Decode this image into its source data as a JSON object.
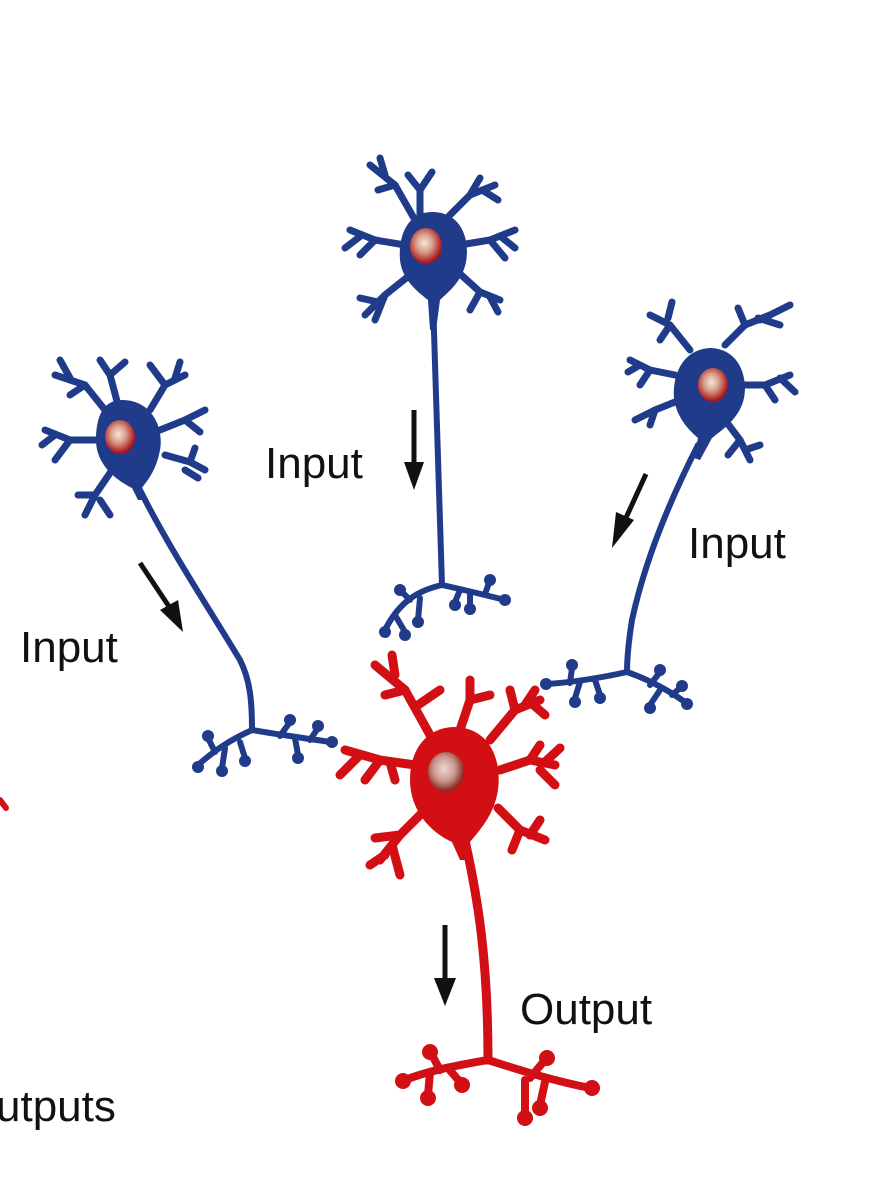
{
  "diagram": {
    "description": "Three input neurons (blue) converging onto one output neuron (red)",
    "colors": {
      "input_neuron": "#1f3b8a",
      "output_neuron": "#d10f14",
      "nucleus_inner": "#f3d9c8",
      "nucleus_outer": "#a8141a",
      "arrow": "#111111",
      "background": "#ffffff"
    },
    "labels": {
      "input_left": "Input",
      "input_center": "Input",
      "input_right": "Input",
      "output": "Output",
      "outputs_partial": "utputs"
    },
    "neurons": [
      {
        "id": "input-left",
        "role": "input",
        "color": "blue"
      },
      {
        "id": "input-center",
        "role": "input",
        "color": "blue"
      },
      {
        "id": "input-right",
        "role": "input",
        "color": "blue"
      },
      {
        "id": "output",
        "role": "output",
        "color": "red"
      }
    ]
  }
}
